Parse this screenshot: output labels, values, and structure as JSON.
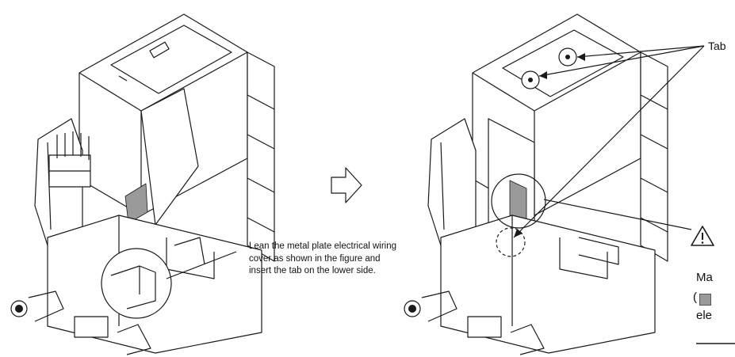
{
  "callout": {
    "instruction": "Lean the metal plate electrical wiring cover as shown in the figure and insert the tab on the lower side."
  },
  "labels": {
    "tab": "Tab"
  },
  "warning": {
    "icon": "warning-triangle-icon",
    "line1": "Ma",
    "line2_prefix": "(",
    "line3": "ele"
  },
  "colors": {
    "line": "#1a1a1a",
    "highlight": "#9a9a9a",
    "background": "#ffffff"
  }
}
